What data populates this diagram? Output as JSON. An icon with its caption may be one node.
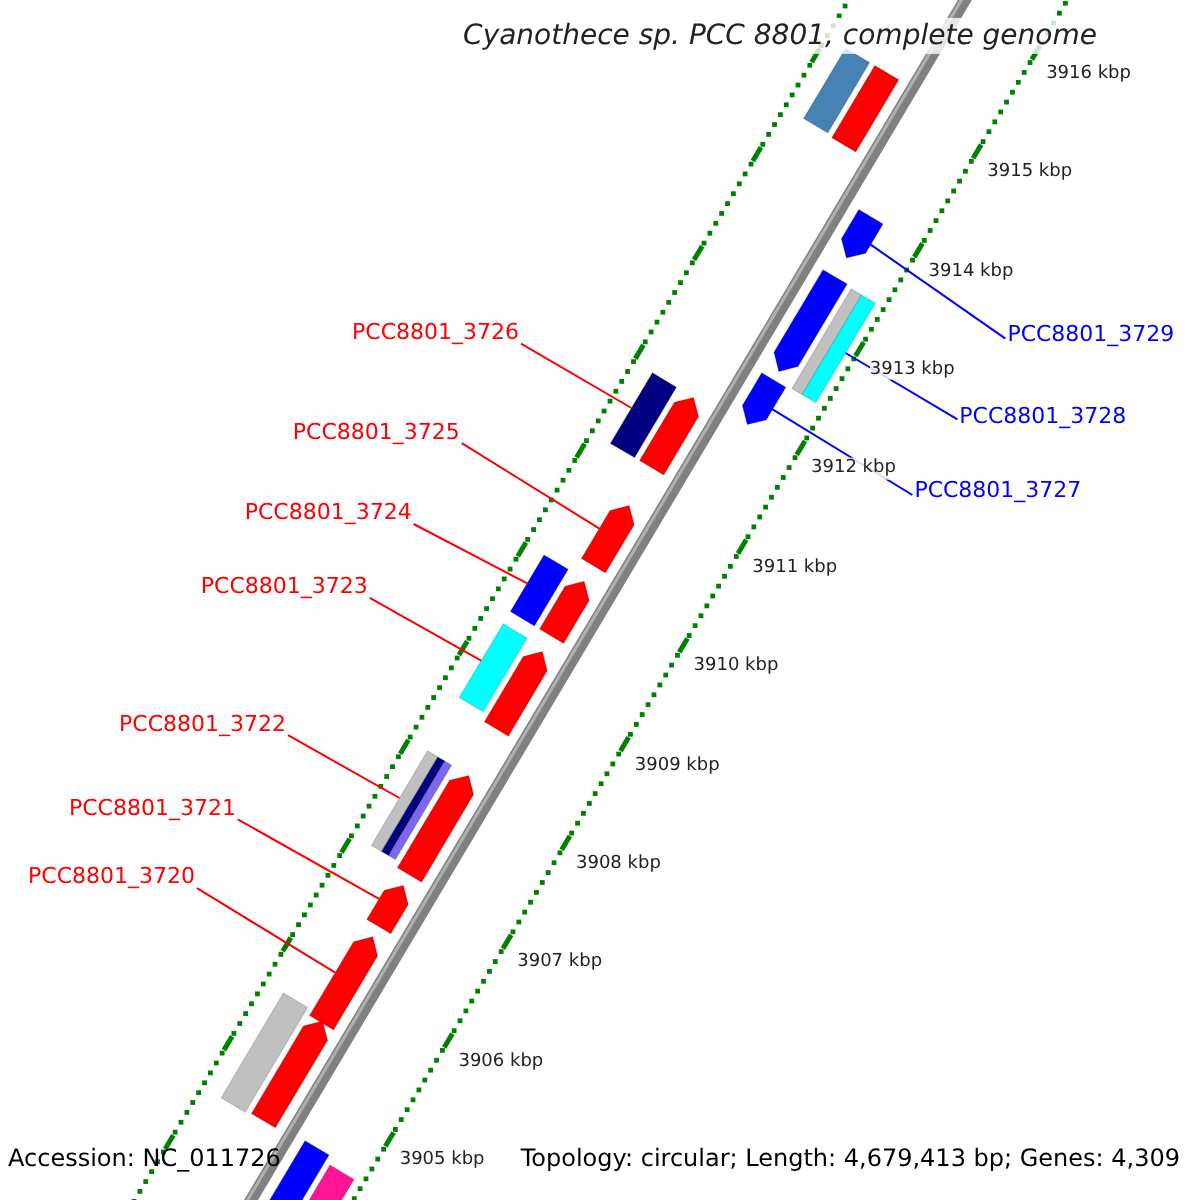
{
  "diagram": {
    "title": "Cyanothece sp. PCC 8801, complete genome",
    "nodes": [
      {
        "text": [
          "PCC8801_3726"
        ]
      },
      {
        "text": [
          "PCC8801_3729"
        ]
      },
      {
        "text": [
          "PCC8801_3728"
        ]
      },
      {
        "text": [
          "PCC8801_3725"
        ]
      },
      {
        "text": [
          "PCC8801_3727"
        ]
      },
      {
        "text": [
          "PCC8801_3724"
        ]
      },
      {
        "text": [
          "PCC8801_3723"
        ]
      },
      {
        "text": [
          "PCC8801_3722"
        ]
      },
      {
        "text": [
          "PCC8801_3721"
        ]
      },
      {
        "text": [
          "PCC8801_3720"
        ]
      },
      {
        "text": [],
        "shape": "bar"
      },
      {
        "text": [],
        "shape": "bar"
      },
      {
        "text": [],
        "shape": "bar"
      },
      {
        "text": [],
        "shape": "bar"
      },
      {
        "text": [],
        "shape": "bar"
      },
      {
        "text": [],
        "shape": "bar"
      },
      {
        "text": [],
        "shape": "bar"
      },
      {
        "text": [],
        "shape": "bar"
      },
      {
        "text": [],
        "shape": "bar"
      },
      {
        "text": [],
        "shape": "bar"
      },
      {
        "text": [],
        "shape": "bar"
      },
      {
        "text": [],
        "shape": "bar"
      },
      {
        "text": [],
        "shape": "bar"
      },
      {
        "text": [],
        "shape": "bar"
      },
      {
        "text": [],
        "shape": "bar"
      },
      {
        "text": [],
        "shape": "bar"
      },
      {
        "text": [],
        "shape": "bar"
      },
      {
        "text": [],
        "shape": "bar"
      },
      {
        "text": [],
        "shape": "bar"
      },
      {
        "text": [],
        "shape": "bar"
      },
      {
        "text": [],
        "shape": "bar"
      }
    ],
    "edges": [
      {
        "from": 0,
        "to": 13,
        "arrow": "none"
      },
      {
        "from": 1,
        "to": 10,
        "arrow": "none",
        "color": "#0000ff"
      },
      {
        "from": 2,
        "to": 11,
        "arrow": "none",
        "color": "#0000ff"
      },
      {
        "from": 3,
        "to": 14,
        "arrow": "none"
      },
      {
        "from": 4,
        "to": 12,
        "arrow": "none",
        "color": "#0000ff"
      },
      {
        "from": 5,
        "to": 15,
        "arrow": "none"
      },
      {
        "from": 6,
        "to": 16,
        "arrow": "none"
      },
      {
        "from": 7,
        "to": 17,
        "arrow": "none"
      },
      {
        "from": 8,
        "to": 18,
        "arrow": "none"
      },
      {
        "from": 9,
        "to": 19,
        "arrow": "none"
      }
    ],
    "labels": [
      "3916 kbp",
      "3915 kbp",
      "3914 kbp",
      "3913 kbp",
      "3912 kbp",
      "3911 kbp",
      "3910 kbp",
      "3909 kbp",
      "3908 kbp",
      "3907 kbp",
      "3906 kbp",
      "3905 kbp",
      "Accession: NC_011726",
      "Topology: circular; Length: 4,679,413 bp; Genes: 4,309"
    ]
  }
}
